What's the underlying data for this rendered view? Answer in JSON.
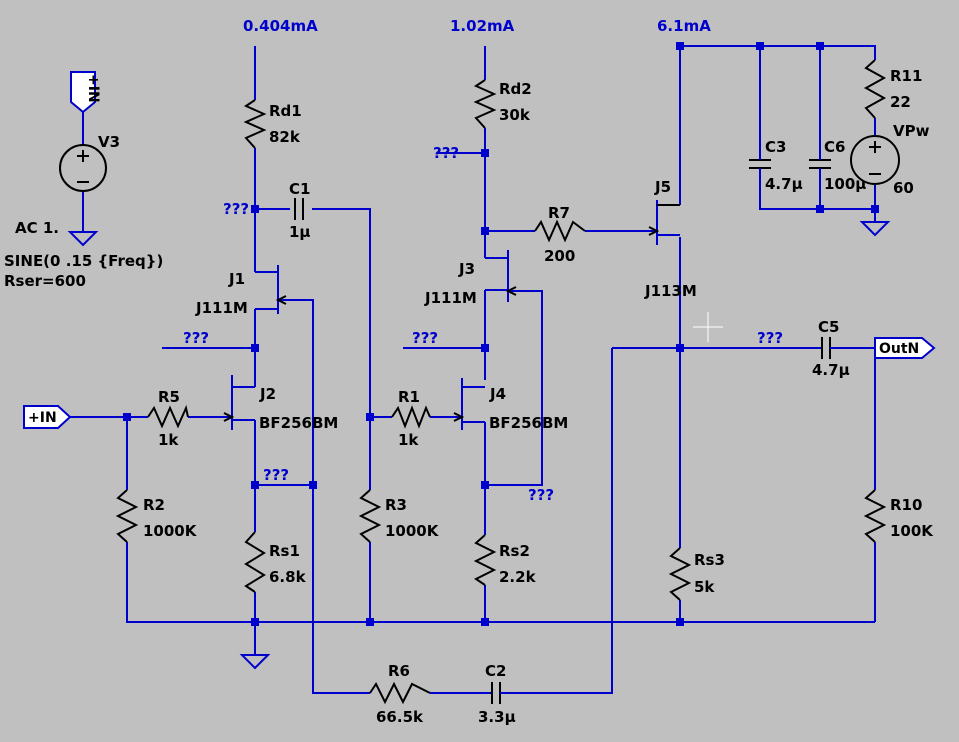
{
  "currents": {
    "i1": "0.404mA",
    "i2": "1.02mA",
    "i3": "6.1mA"
  },
  "unknown": "???",
  "ports": {
    "in_vertical": "+IN",
    "in_left": "+IN",
    "out": "OutN"
  },
  "source_v3": {
    "name": "V3",
    "ac": "AC 1.",
    "sine": "SINE(0 .15 {Freq})",
    "rser": "Rser=600"
  },
  "source_vpw": {
    "name": "VPw",
    "value": "60"
  },
  "resistors": {
    "rd1": {
      "name": "Rd1",
      "value": "82k"
    },
    "rd2": {
      "name": "Rd2",
      "value": "30k"
    },
    "r11": {
      "name": "R11",
      "value": "22"
    },
    "r7": {
      "name": "R7",
      "value": "200"
    },
    "r5": {
      "name": "R5",
      "value": "1k"
    },
    "r1": {
      "name": "R1",
      "value": "1k"
    },
    "r2": {
      "name": "R2",
      "value": "1000K"
    },
    "r3": {
      "name": "R3",
      "value": "1000K"
    },
    "rs1": {
      "name": "Rs1",
      "value": "6.8k"
    },
    "rs2": {
      "name": "Rs2",
      "value": "2.2k"
    },
    "rs3": {
      "name": "Rs3",
      "value": "5k"
    },
    "r10": {
      "name": "R10",
      "value": "100K"
    },
    "r6": {
      "name": "R6",
      "value": "66.5k"
    }
  },
  "capacitors": {
    "c1": {
      "name": "C1",
      "value": "1µ"
    },
    "c2": {
      "name": "C2",
      "value": "3.3µ"
    },
    "c3": {
      "name": "C3",
      "value": "4.7µ"
    },
    "c5": {
      "name": "C5",
      "value": "4.7µ"
    },
    "c6": {
      "name": "C6",
      "value": "100µ"
    }
  },
  "transistors": {
    "j1": {
      "name": "J1",
      "model": "J111M"
    },
    "j2": {
      "name": "J2",
      "model": "BF256BM"
    },
    "j3": {
      "name": "J3",
      "model": "J111M"
    },
    "j4": {
      "name": "J4",
      "model": "BF256BM"
    },
    "j5": {
      "name": "J5",
      "model": "J113M"
    }
  },
  "colors": {
    "background": "#c0c0c0",
    "wire": "#0000cc",
    "component": "#000000"
  }
}
